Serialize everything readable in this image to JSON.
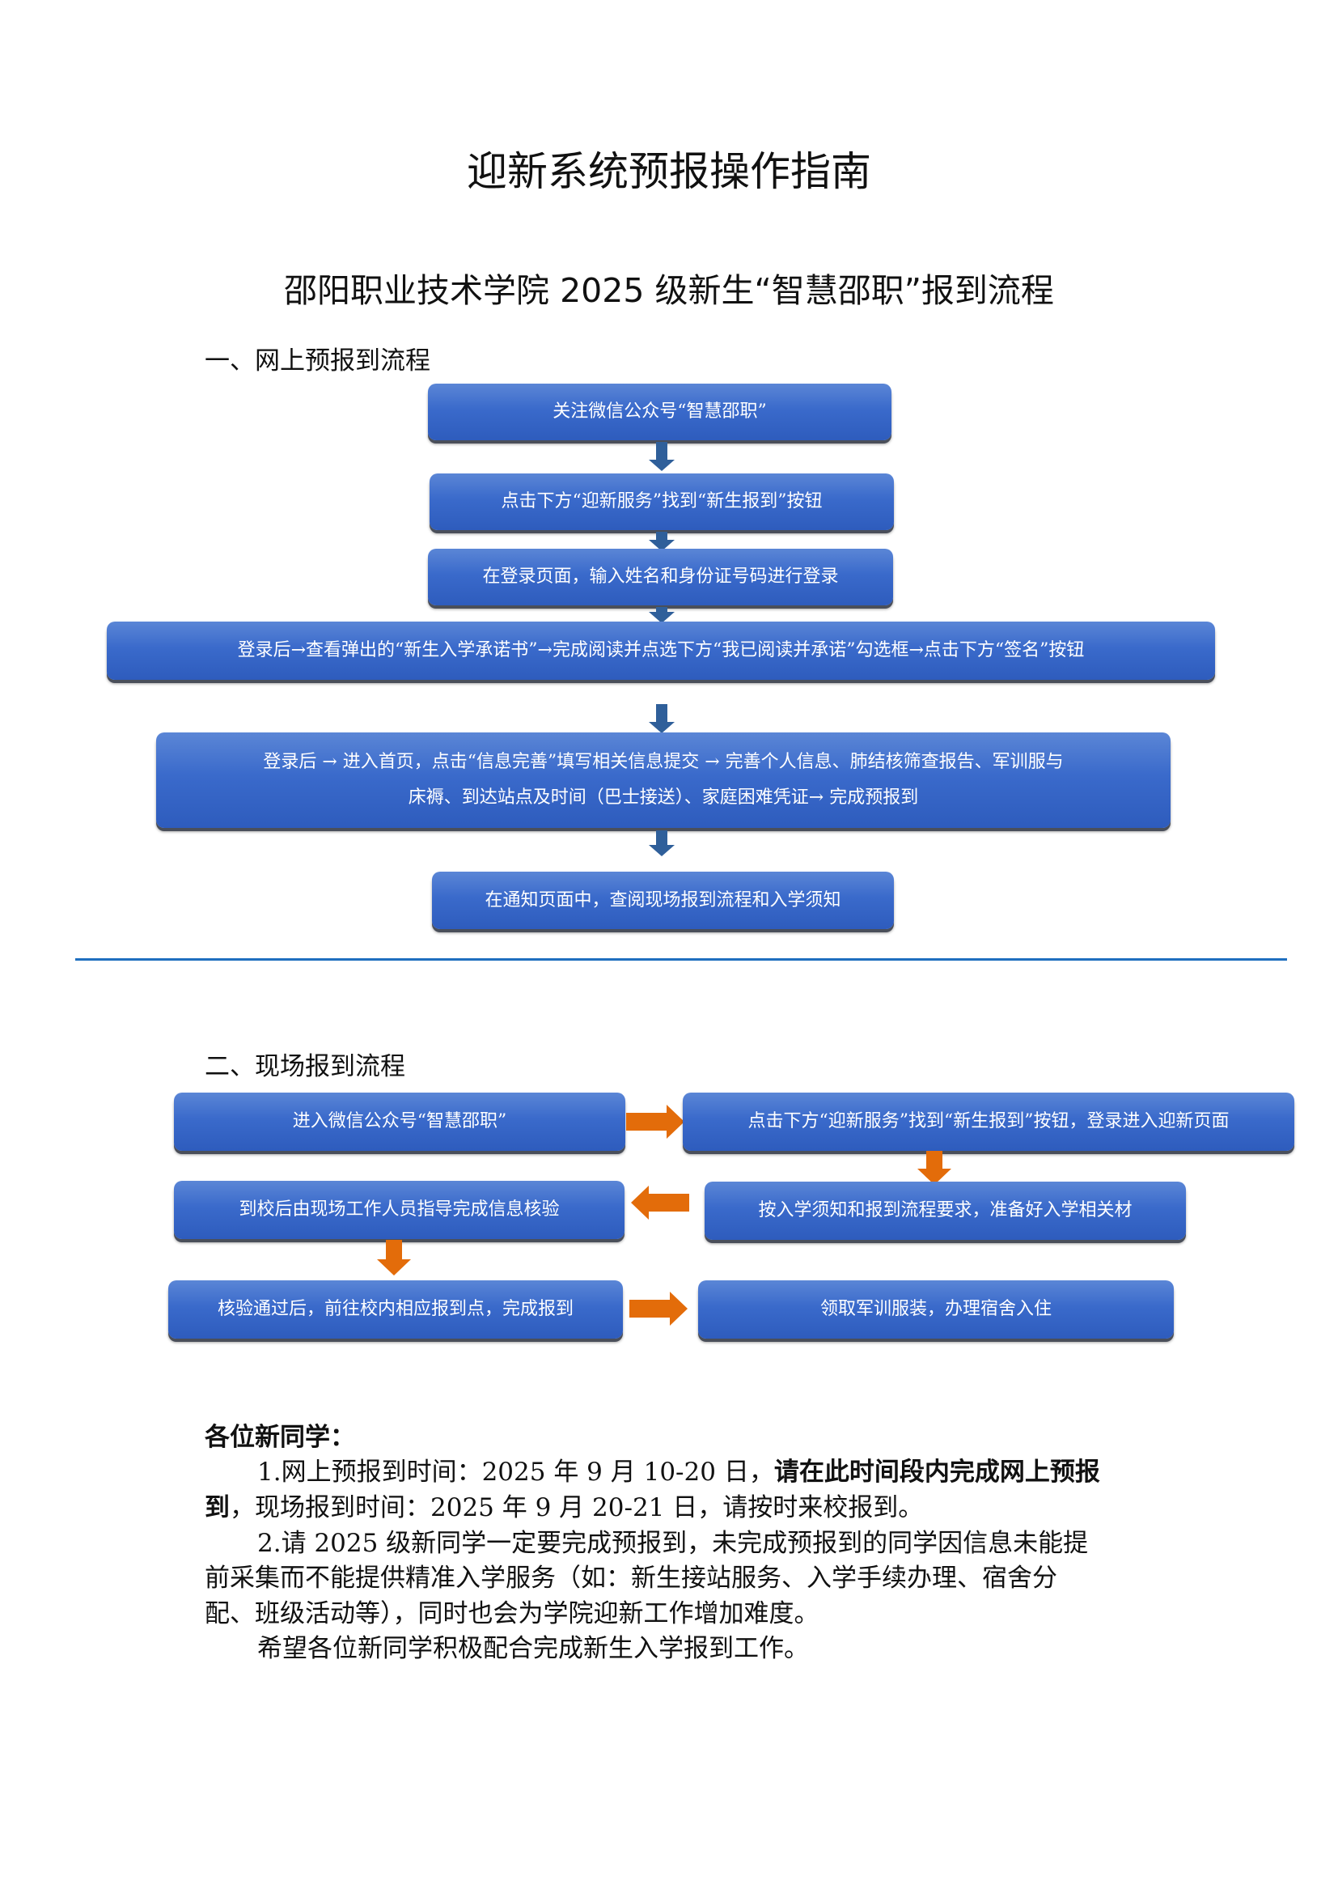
{
  "title": "迎新系统预报操作指南",
  "subtitle": "邵阳职业技术学院 2025 级新生“智慧邵职”报到流程",
  "online": {
    "heading": "一、网上预报到流程",
    "steps": [
      "关注微信公众号“智慧邵职”",
      "点击下方“迎新服务”找到“新生报到”按钮",
      "在登录页面，输入姓名和身份证号码进行登录",
      "登录后→查看弹出的“新生入学承诺书”→完成阅读并点选下方“我已阅读并承诺”勾选框→点击下方“签名”按钮",
      "登录后 → 进入首页，点击“信息完善”填写相关信息提交 → 完善个人信息、肺结核筛查报告、军训服与",
      "床褥、到达站点及时间（巴士接送）、家庭困难凭证→ 完成预报到",
      "在通知页面中，查阅现场报到流程和入学须知"
    ]
  },
  "onsite": {
    "heading": "二、现场报到流程",
    "steps": [
      "进入微信公众号“智慧邵职”",
      "点击下方“迎新服务”找到“新生报到”按钮，登录进入迎新页面",
      "按入学须知和报到流程要求，准备好入学相关材",
      "到校后由现场工作人员指导完成信息核验",
      "核验通过后，前往校内相应报到点，完成报到",
      "领取军训服装，办理宿舍入住"
    ]
  },
  "notice": {
    "greeting": "各位新同学：",
    "p1a": "1.网上预报到时间：2025 年 9 月 10-20 日，",
    "p1b": "请在此时间段内完成网上预报",
    "p1c": "到",
    "p1d": "，现场报到时间：2025 年 9 月 20-21 日，请按时来校报到。",
    "p2a": "2.请 2025 级新同学一定要完成预报到，未完成预报到的同学因信息未能提",
    "p2b": "前采集而不能提供精准入学服务（如：新生接站服务、入学手续办理、宿舍分",
    "p2c": "配、班级活动等），同时也会为学院迎新工作增加难度。",
    "p3": "希望各位新同学积极配合完成新生入学报到工作。"
  }
}
